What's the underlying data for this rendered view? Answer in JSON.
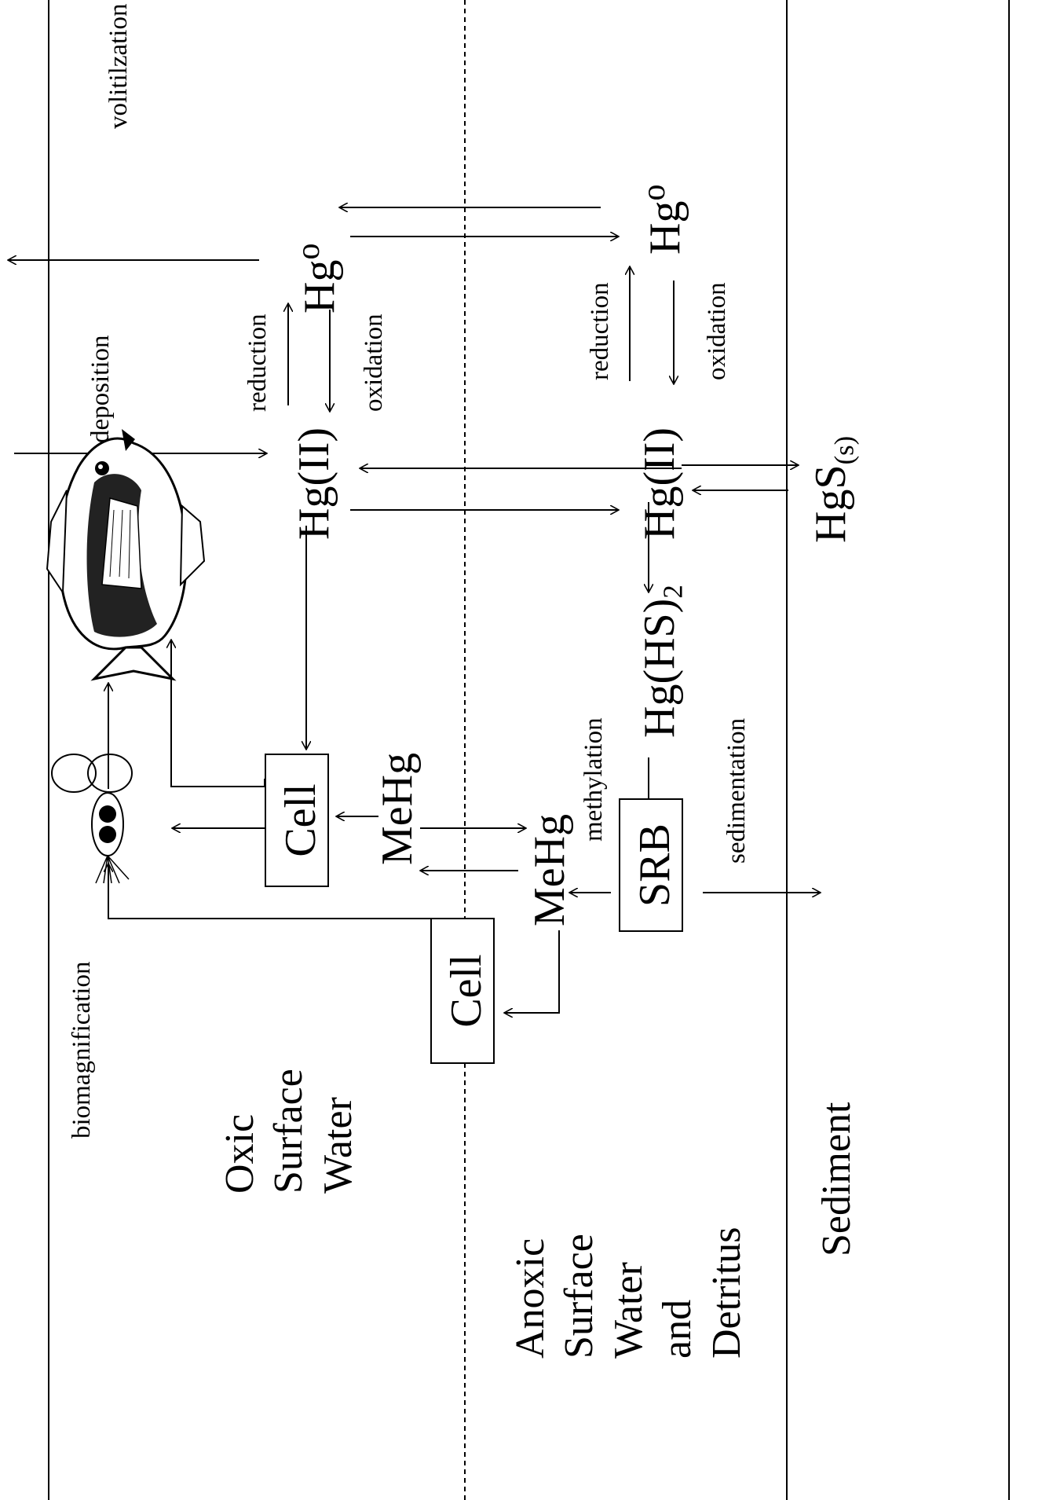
{
  "zones": {
    "oxic": "Oxic\nSurface\nWater",
    "anoxic": "Anoxic\nSurface\nWater\nand\nDetritus",
    "sediment": "Sediment"
  },
  "species": {
    "hg0_upper_base": "Hg",
    "hg0_upper_sup": "o",
    "hg0_lower_base": "Hg",
    "hg0_lower_sup": "o",
    "hgii_upper": "Hg(II)",
    "hgii_lower": "Hg(II)",
    "hgs_base": "HgS",
    "hgs_sub": "(s)",
    "hghs2_base": "Hg(HS)",
    "hghs2_sub": "2",
    "mehg_upper": "MeHg",
    "mehg_lower": "MeHg"
  },
  "boxes": {
    "cell_upper": "Cell",
    "cell_lower": "Cell",
    "srb": "SRB"
  },
  "processes": {
    "volatilization": "volitilzation",
    "deposition": "deposition",
    "reduction_upper": "reduction",
    "oxidation_upper": "oxidation",
    "reduction_lower": "reduction",
    "oxidation_lower": "oxidation",
    "methylation": "methylation",
    "sedimentation": "sedimentation",
    "biomagnification": "biomagnification"
  },
  "icons": {
    "fish": "fish-icon",
    "zooplankton": "zooplankton-icon"
  }
}
